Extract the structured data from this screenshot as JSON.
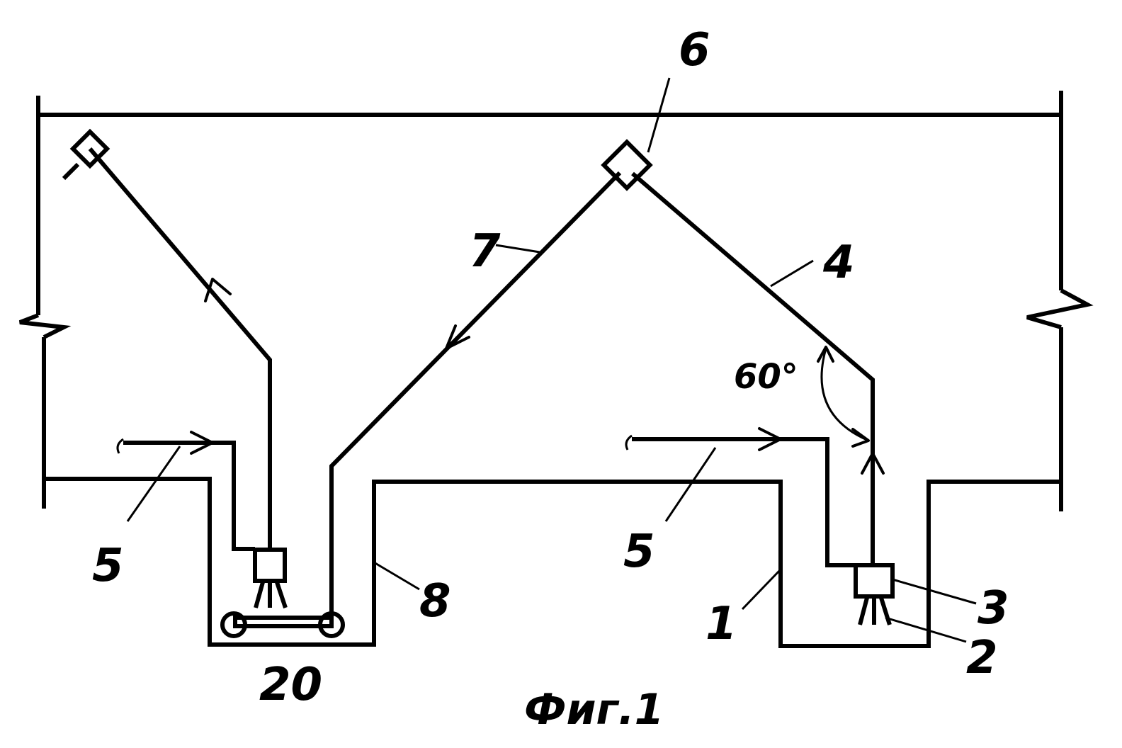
{
  "labels": {
    "l1": "1",
    "l2": "2",
    "l3": "3",
    "l4": "4",
    "l5_left": "5",
    "l5_right": "5",
    "l6": "6",
    "l7": "7",
    "l8": "8",
    "l20": "20",
    "angle": "60°"
  },
  "caption": "Фиг.1"
}
